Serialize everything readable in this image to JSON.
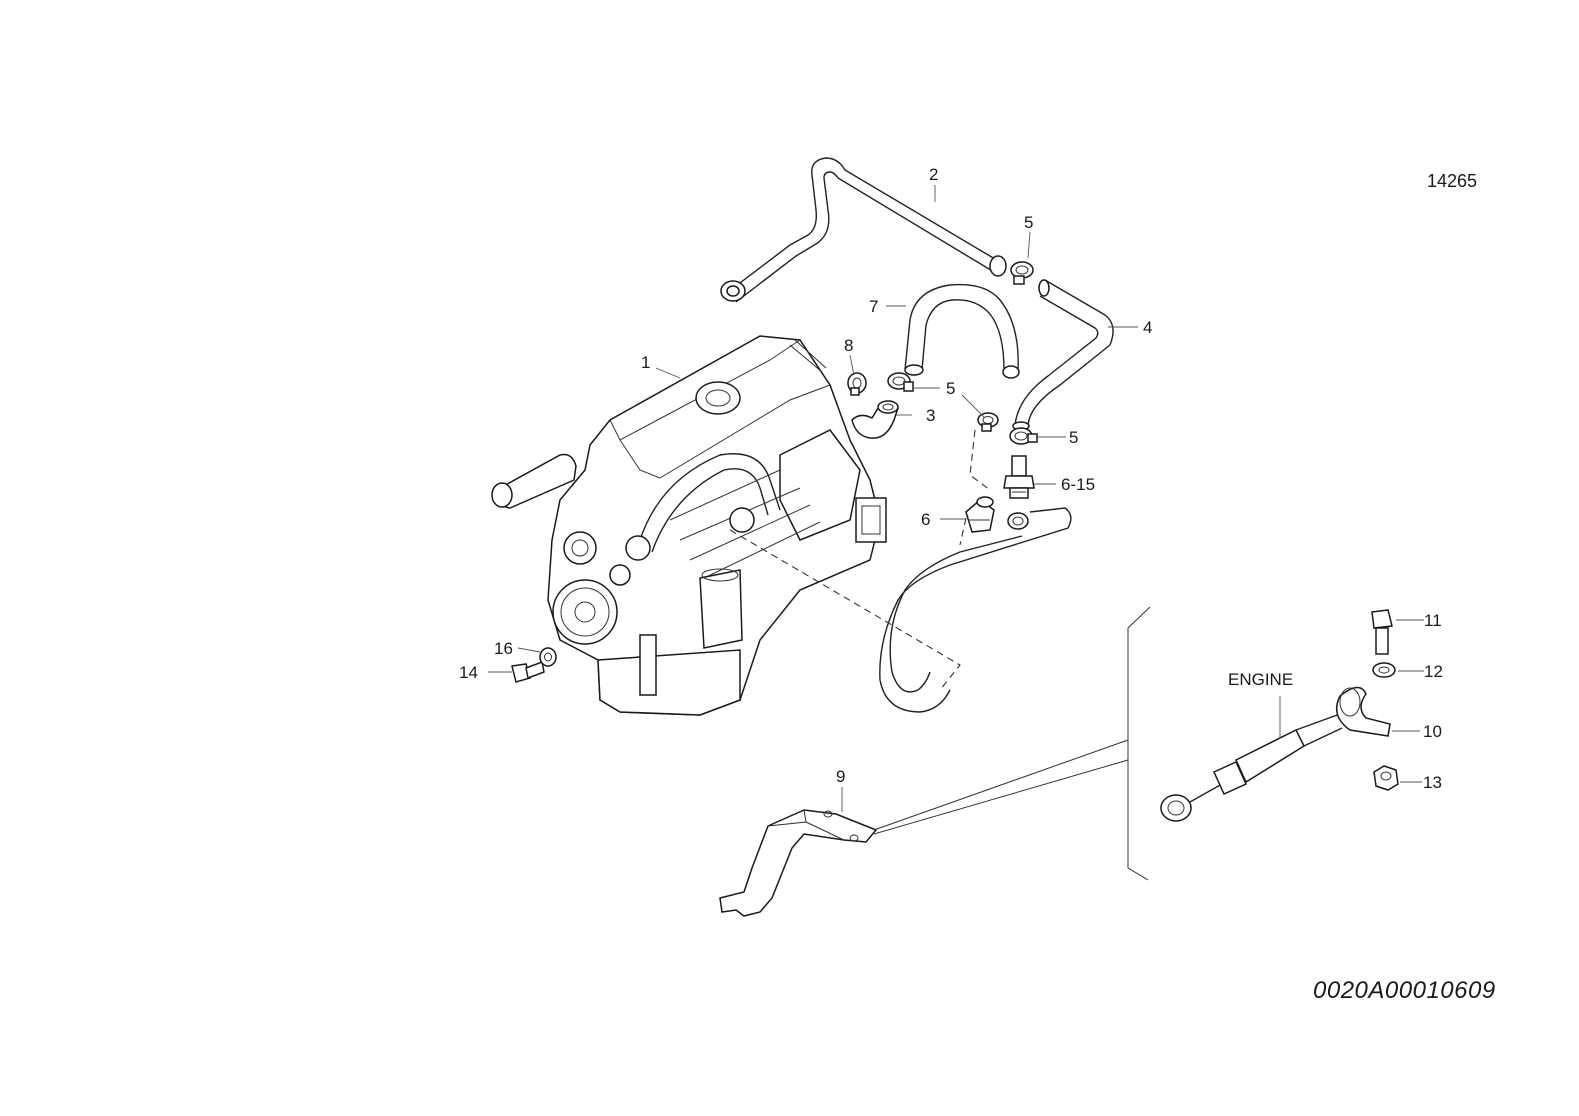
{
  "drawing": {
    "reference_number": "14265",
    "document_code": "0020A00010609",
    "engine_label": "ENGINE"
  },
  "callouts": [
    {
      "id": "c1",
      "label": "1"
    },
    {
      "id": "c2",
      "label": "2"
    },
    {
      "id": "c3",
      "label": "3"
    },
    {
      "id": "c4",
      "label": "4"
    },
    {
      "id": "c5a",
      "label": "5"
    },
    {
      "id": "c5b",
      "label": "5"
    },
    {
      "id": "c5c",
      "label": "5"
    },
    {
      "id": "c6",
      "label": "6"
    },
    {
      "id": "c615",
      "label": "6-15"
    },
    {
      "id": "c7",
      "label": "7"
    },
    {
      "id": "c8",
      "label": "8"
    },
    {
      "id": "c9",
      "label": "9"
    },
    {
      "id": "c10",
      "label": "10"
    },
    {
      "id": "c11",
      "label": "11"
    },
    {
      "id": "c12",
      "label": "12"
    },
    {
      "id": "c13",
      "label": "13"
    },
    {
      "id": "c14",
      "label": "14"
    },
    {
      "id": "c16",
      "label": "16"
    }
  ]
}
